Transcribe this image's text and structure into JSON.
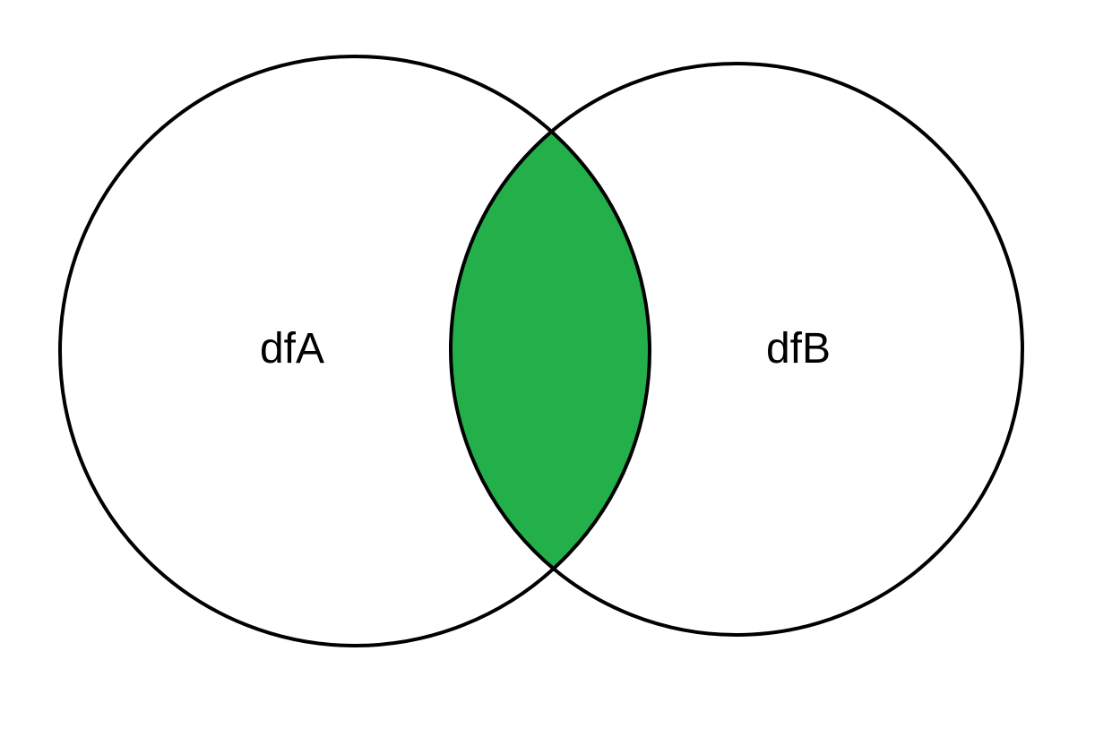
{
  "diagram": {
    "type": "venn",
    "highlight": "intersection",
    "colors": {
      "intersection_fill": "#23b04b",
      "outline": "#000000",
      "background": "#ffffff"
    },
    "sets": [
      {
        "label": "dfA"
      },
      {
        "label": "dfB"
      }
    ]
  }
}
